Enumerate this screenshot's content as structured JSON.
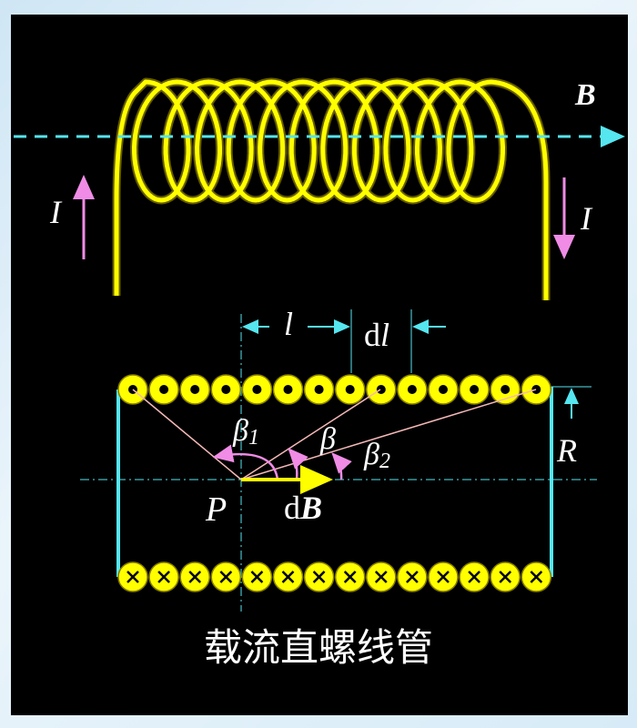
{
  "labels": {
    "field": "B",
    "current_left": "I",
    "current_right": "I",
    "length": "l",
    "dl_d": "d",
    "dl_l": "l",
    "beta1": "β",
    "beta1_sub": "1",
    "beta": "β",
    "beta2": "β",
    "beta2_sub": "2",
    "radius": "R",
    "point": "P",
    "dB_d": "d",
    "dB_B": "B"
  },
  "caption": "载流直螺线管",
  "top_coil_symbols": "dot",
  "bottom_coil_symbols": "cross",
  "turns_per_row": 14,
  "colors": {
    "wire": "#ffff00",
    "axis": "#55e6f0",
    "current": "#f08ce6",
    "radius_lines": "#f5b8b8"
  }
}
